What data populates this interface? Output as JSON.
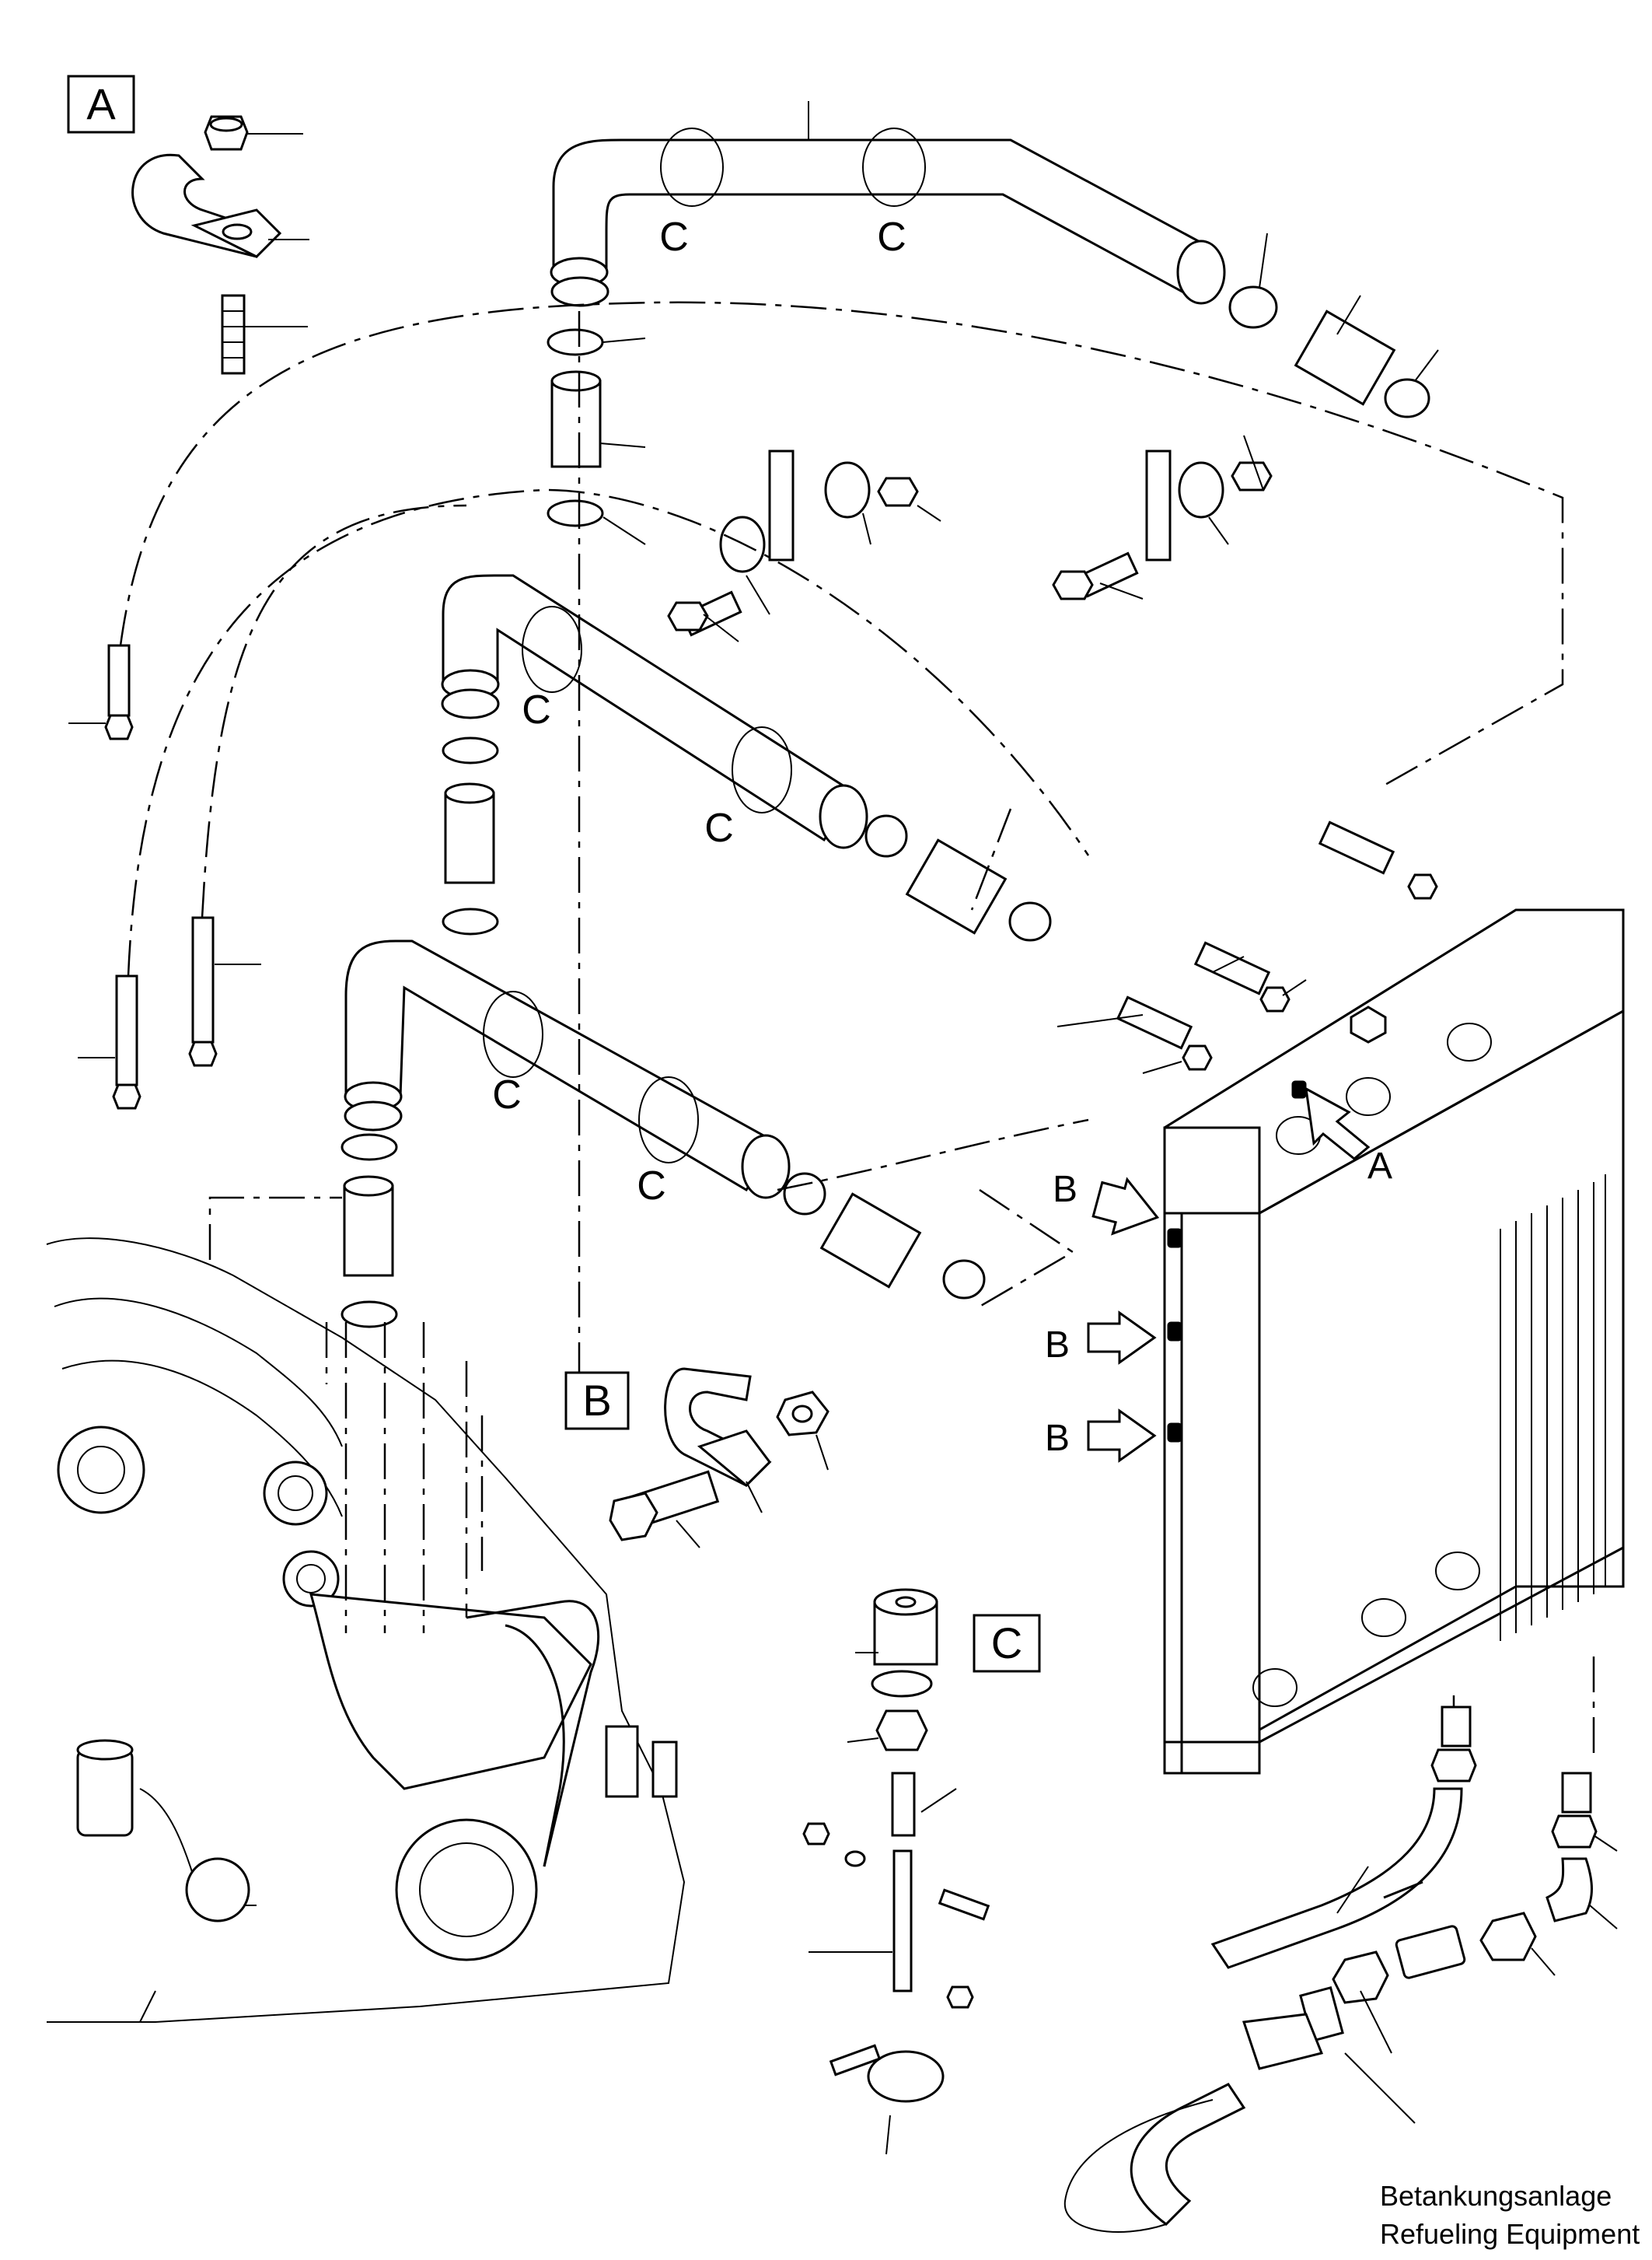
{
  "callouts": {
    "A": "A",
    "B": "B",
    "C": "C"
  },
  "hose_markers": {
    "c": "C"
  },
  "arrow_labels": {
    "a": "A",
    "b": "B"
  },
  "caption": {
    "line1": "Betankungsanlage",
    "line2": "Refueling Equipment"
  }
}
